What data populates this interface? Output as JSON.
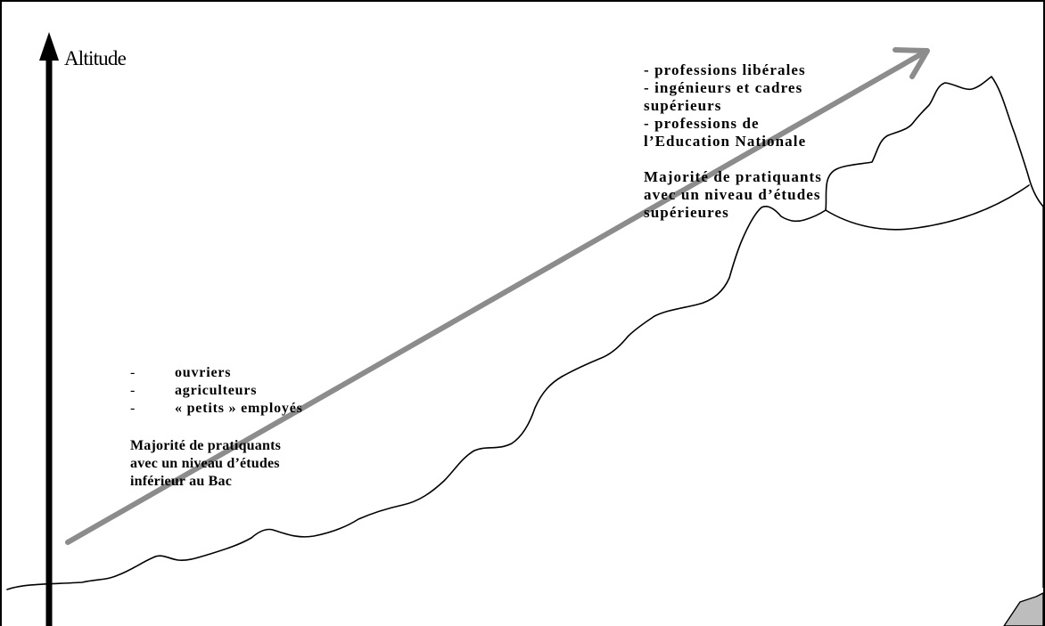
{
  "axis": {
    "label": "Altitude"
  },
  "high_altitude": {
    "professions": [
      "- professions libérales",
      "- ingénieurs et cadres",
      "supérieurs",
      "- professions de",
      "l’Education Nationale"
    ],
    "education": [
      "Majorité de pratiquants",
      "avec un niveau d’études",
      "supérieures"
    ]
  },
  "low_altitude": {
    "bullet_marker": "-",
    "professions": [
      "ouvriers",
      "agriculteurs",
      "« petits » employés"
    ],
    "education": [
      "Majorité de pratiquants",
      "avec un niveau d’études",
      "inférieur au Bac"
    ]
  },
  "colors": {
    "axis": "#000000",
    "trend_arrow": "#8c8c8c",
    "relief_outline": "#000000",
    "island_fill": "#bdbdbd"
  }
}
